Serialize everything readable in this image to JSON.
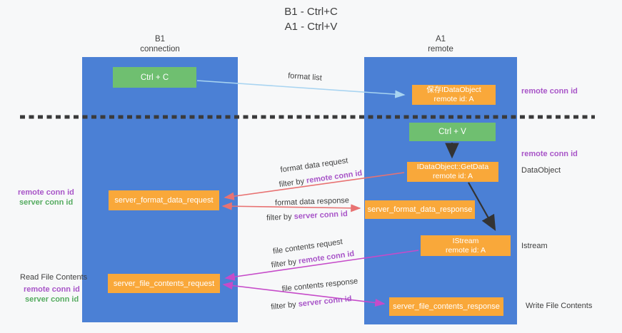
{
  "title": {
    "line1": "B1 - Ctrl+C",
    "line2": "A1 - Ctrl+V"
  },
  "lanes": {
    "left": {
      "title": "B1",
      "subtitle": "connection"
    },
    "right": {
      "title": "A1",
      "subtitle": "remote"
    }
  },
  "nodes": {
    "ctrl_c": {
      "label": "Ctrl + C"
    },
    "save_idataobject": {
      "line1": "保存IDataObject",
      "line2": "remote id: A"
    },
    "ctrl_v": {
      "label": "Ctrl + V"
    },
    "getdata": {
      "line1": "IDataObject::GetData",
      "line2": "remote id: A"
    },
    "format_request": {
      "label": "server_format_data_request"
    },
    "format_response": {
      "label": "server_format_data_response"
    },
    "istream": {
      "line1": "IStream",
      "line2": "remote id: A"
    },
    "file_request": {
      "label": "server_file_contents_request"
    },
    "file_response": {
      "label": "server_file_contents_response"
    }
  },
  "annotations": {
    "remote_conn_id_top_right": "remote conn id",
    "remote_conn_id_mid_right": "remote conn id",
    "dataobject": "DataObject",
    "istream": "Istream",
    "write_file_contents": "Write File Contents",
    "remote_conn_id_left": "remote conn id",
    "server_conn_id_left": "server conn id",
    "read_file_contents": "Read File Contents",
    "remote_conn_id_bottom_left": "remote conn id",
    "server_conn_id_bottom_left": "server conn id"
  },
  "flows": {
    "format_list": {
      "label": "format list"
    },
    "format_data_request": {
      "label": "format data request",
      "filter_prefix": "filter by ",
      "filter_key": "remote conn id"
    },
    "format_data_response": {
      "label": "format data response",
      "filter_prefix": "filter by ",
      "filter_key": "server conn id"
    },
    "file_contents_request": {
      "label": "file contents request",
      "filter_prefix": "filter by ",
      "filter_key": "remote conn id"
    },
    "file_contents_response": {
      "label": "file contents response",
      "filter_prefix": "filter by ",
      "filter_key": "server conn id"
    }
  },
  "colors": {
    "lane_blue": "#4b80d5",
    "box_green": "#6fbf70",
    "box_orange": "#f9a83a",
    "text_purple": "#a855c8",
    "text_green": "#55ab60",
    "arrow_lightblue": "#a8d4f1",
    "arrow_salmon": "#e87272",
    "arrow_magenta": "#c64bc9",
    "arrow_black": "#333333",
    "separator_dark": "#3a3a3a"
  }
}
